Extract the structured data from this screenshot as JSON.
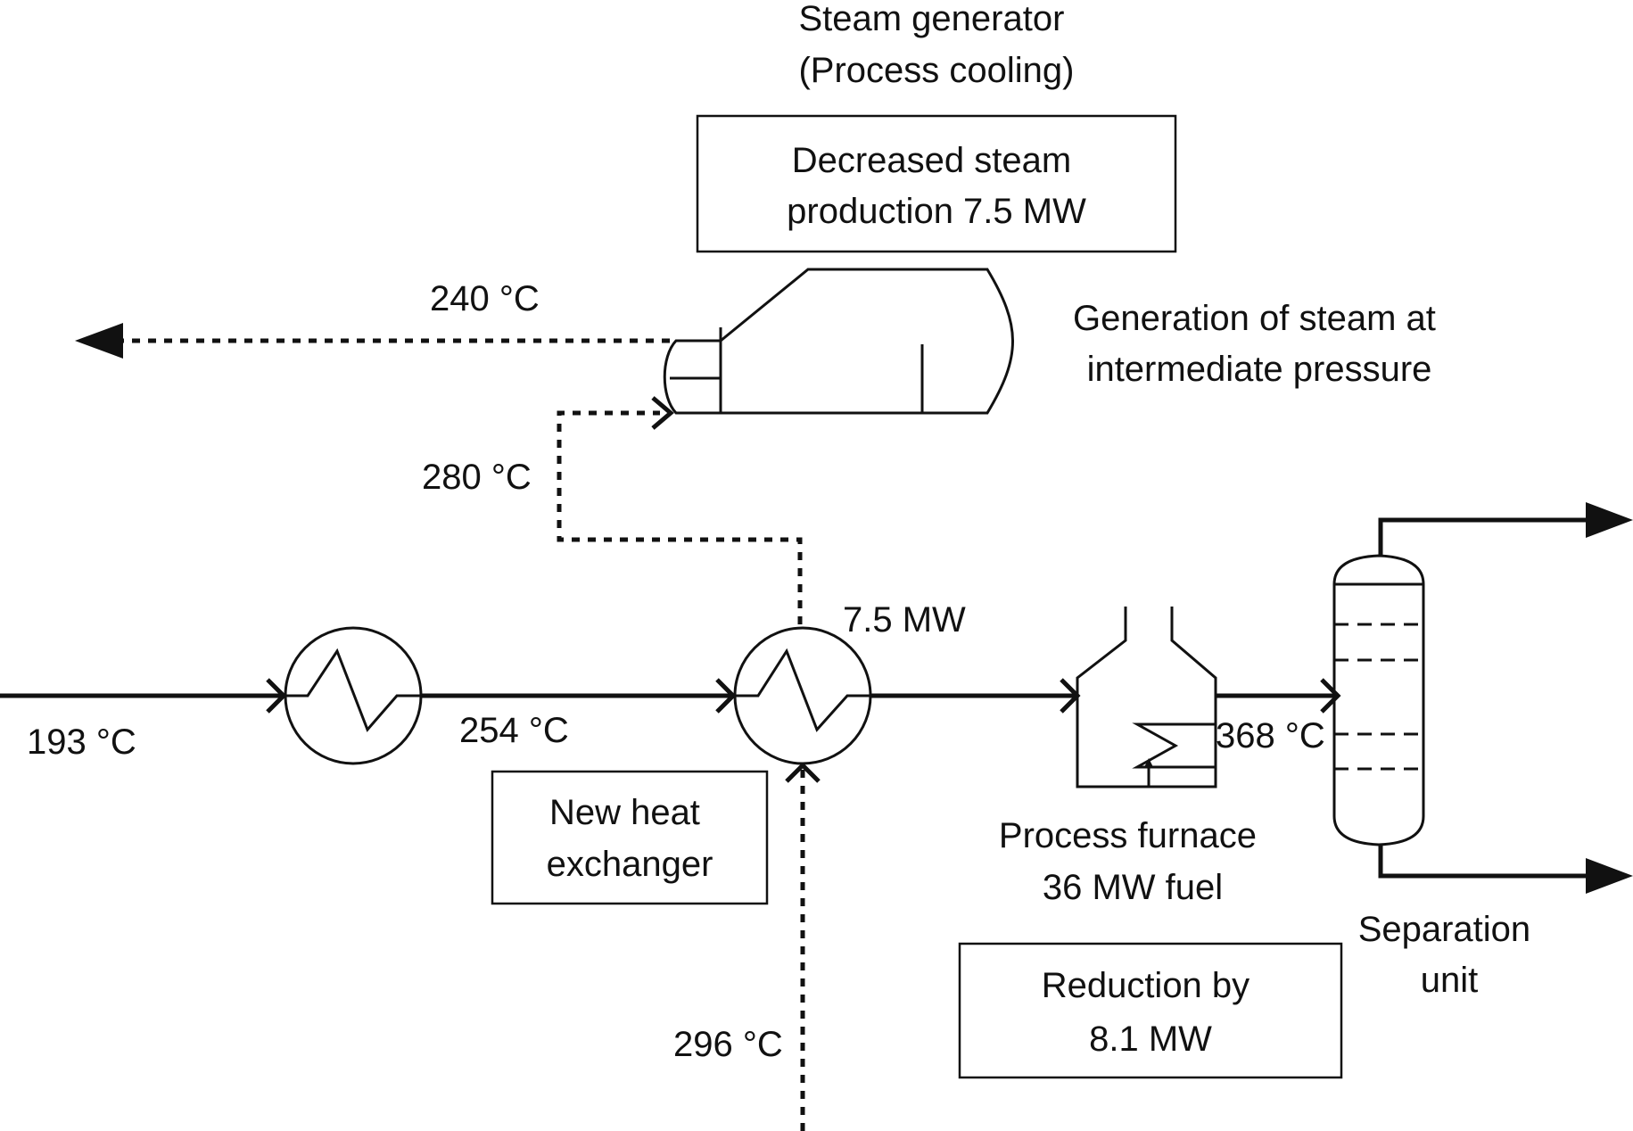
{
  "labels": {
    "steam_generator": [
      "Steam generator",
      "(Process cooling)"
    ],
    "decreased_steam": [
      "Decreased steam",
      "production 7.5 MW"
    ],
    "generation_steam": [
      "Generation of steam at",
      "intermediate pressure"
    ],
    "new_heat_exchanger": [
      "New heat",
      "exchanger"
    ],
    "process_furnace": [
      "Process furnace",
      "36 MW fuel"
    ],
    "reduction": [
      "Reduction by",
      "8.1 MW"
    ],
    "separation_unit": [
      "Separation",
      "unit"
    ],
    "exchanger_duty": "7.5 MW"
  },
  "temperatures": {
    "t_240": "240 °C",
    "t_280": "280 °C",
    "t_193": "193 °C",
    "t_254": "254 °C",
    "t_368": "368 °C",
    "t_296": "296 °C"
  }
}
